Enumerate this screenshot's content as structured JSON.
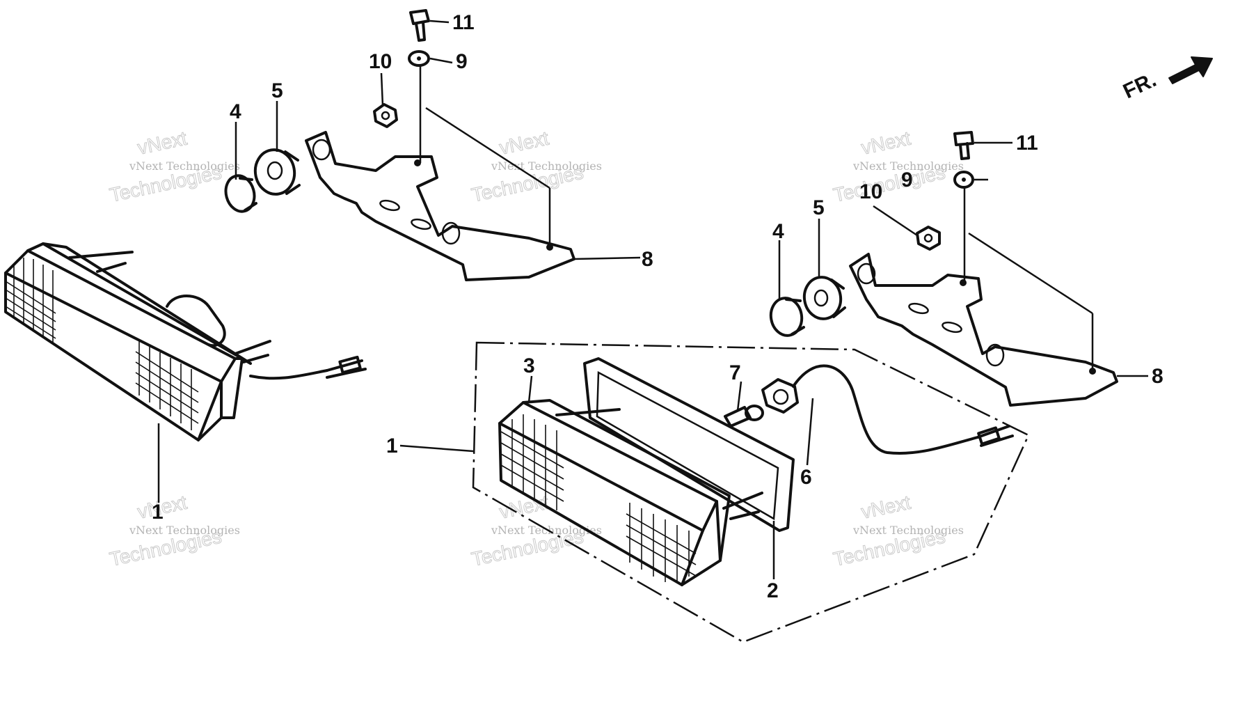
{
  "callouts": {
    "c1_left": "1",
    "c1_center": "1",
    "c2": "2",
    "c3": "3",
    "c4_left": "4",
    "c4_right": "4",
    "c5_left": "5",
    "c5_right": "5",
    "c6": "6",
    "c7": "7",
    "c8_left": "8",
    "c8_right": "8",
    "c9_left": "9",
    "c9_right": "9",
    "c10_left": "10",
    "c10_right": "10",
    "c11_left": "11",
    "c11_right": "11"
  },
  "direction_indicator": {
    "label": "FR.",
    "icon": "arrow-icon"
  },
  "watermark": {
    "line1": "vNext Technologies",
    "line2": "vNext",
    "line3": "Technologies"
  },
  "colors": {
    "ink": "#111111",
    "background": "#ffffff",
    "watermark": "#9a9a9a"
  }
}
